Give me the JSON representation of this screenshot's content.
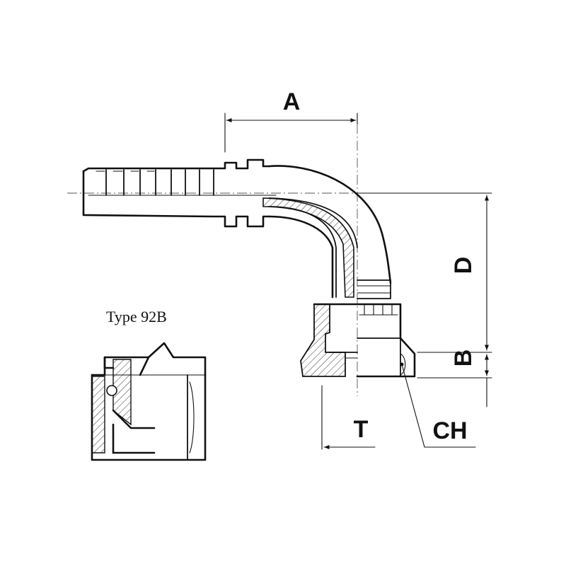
{
  "diagram": {
    "dimension_labels": {
      "a": "A",
      "d": "D",
      "b": "B",
      "t": "T",
      "ch": "CH"
    },
    "detail_title": "Type  92B",
    "colors": {
      "line": "#111111",
      "hatch": "#333333",
      "background": "#ffffff"
    }
  }
}
